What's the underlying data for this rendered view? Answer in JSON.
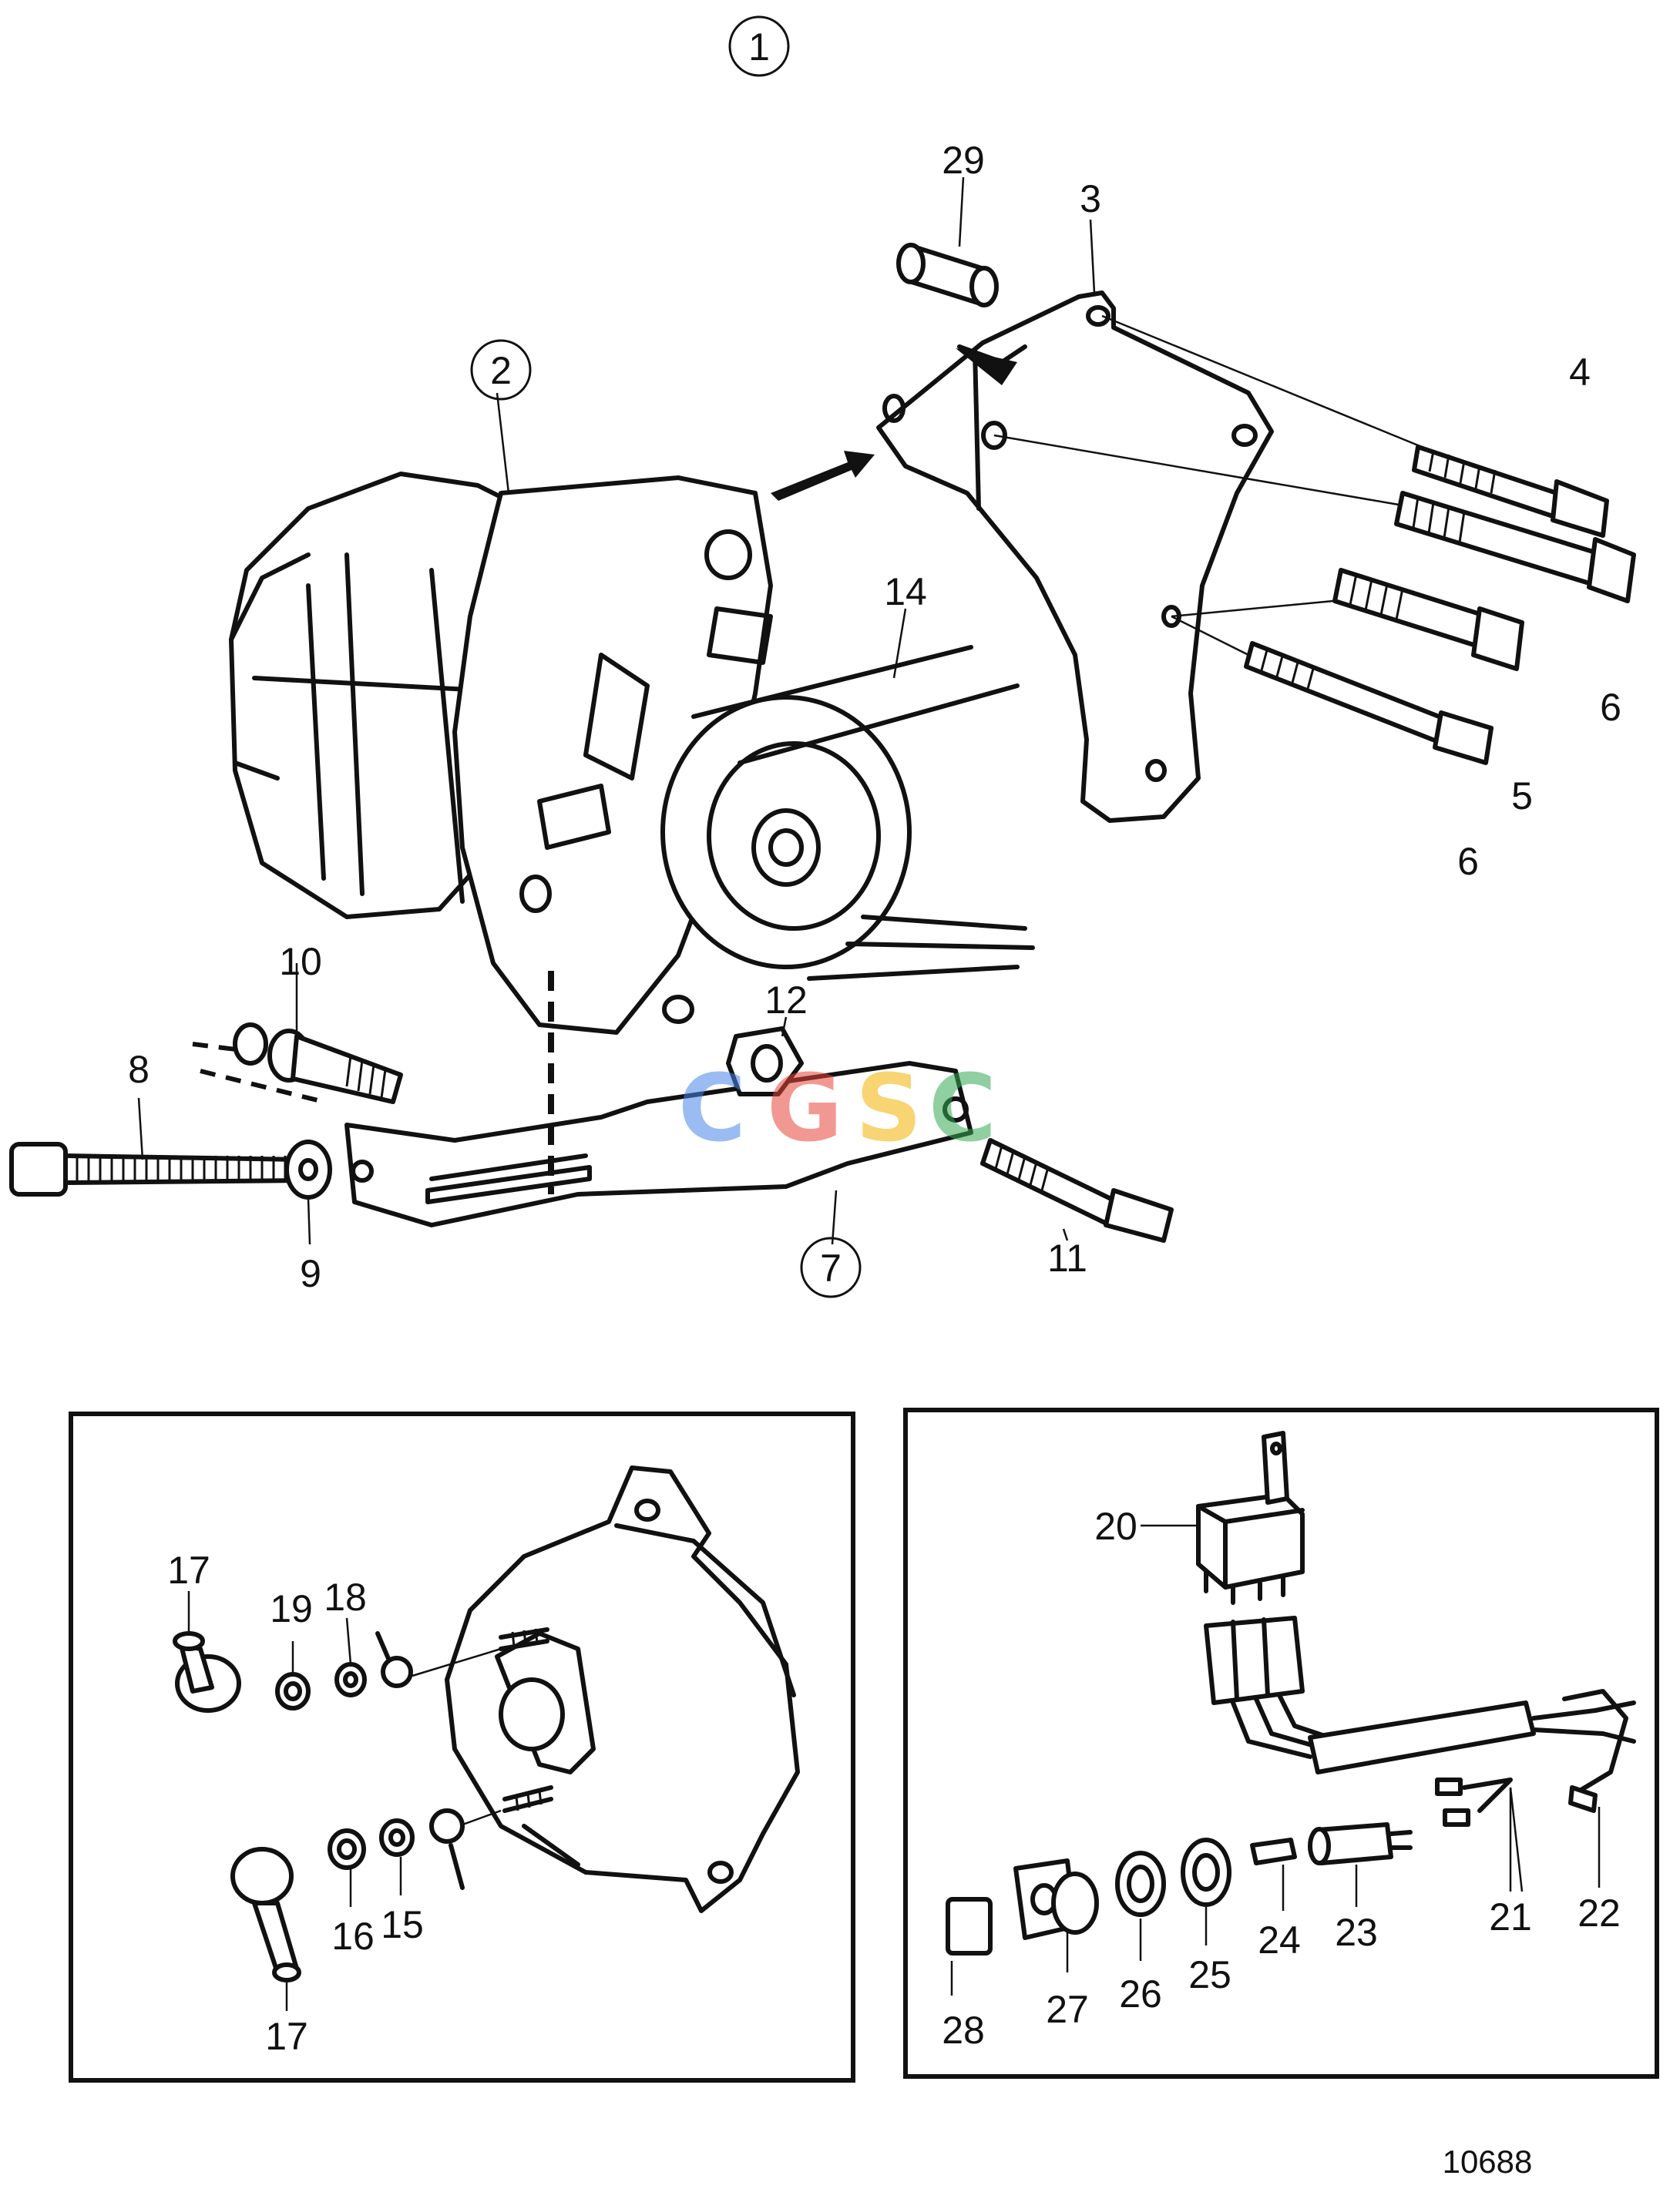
{
  "diagram": {
    "callouts": {
      "c1": "1",
      "c2": "2",
      "c3": "3",
      "c4": "4",
      "c5": "5",
      "c6a": "6",
      "c6b": "6",
      "c7": "7",
      "c8": "8",
      "c9": "9",
      "c10": "10",
      "c11": "11",
      "c12": "12",
      "c14": "14",
      "c15": "15",
      "c16": "16",
      "c17a": "17",
      "c17b": "17",
      "c18": "18",
      "c19": "19",
      "c20": "20",
      "c21": "21",
      "c22": "22",
      "c23": "23",
      "c24": "24",
      "c25": "25",
      "c26": "26",
      "c27": "27",
      "c28": "28",
      "c29": "29"
    },
    "watermark": {
      "letters": [
        "C",
        "G",
        "S",
        "C"
      ],
      "colors": [
        "#4a86e8",
        "#e8453c",
        "#f4b400",
        "#34a853"
      ]
    },
    "figure_number": "10688"
  }
}
